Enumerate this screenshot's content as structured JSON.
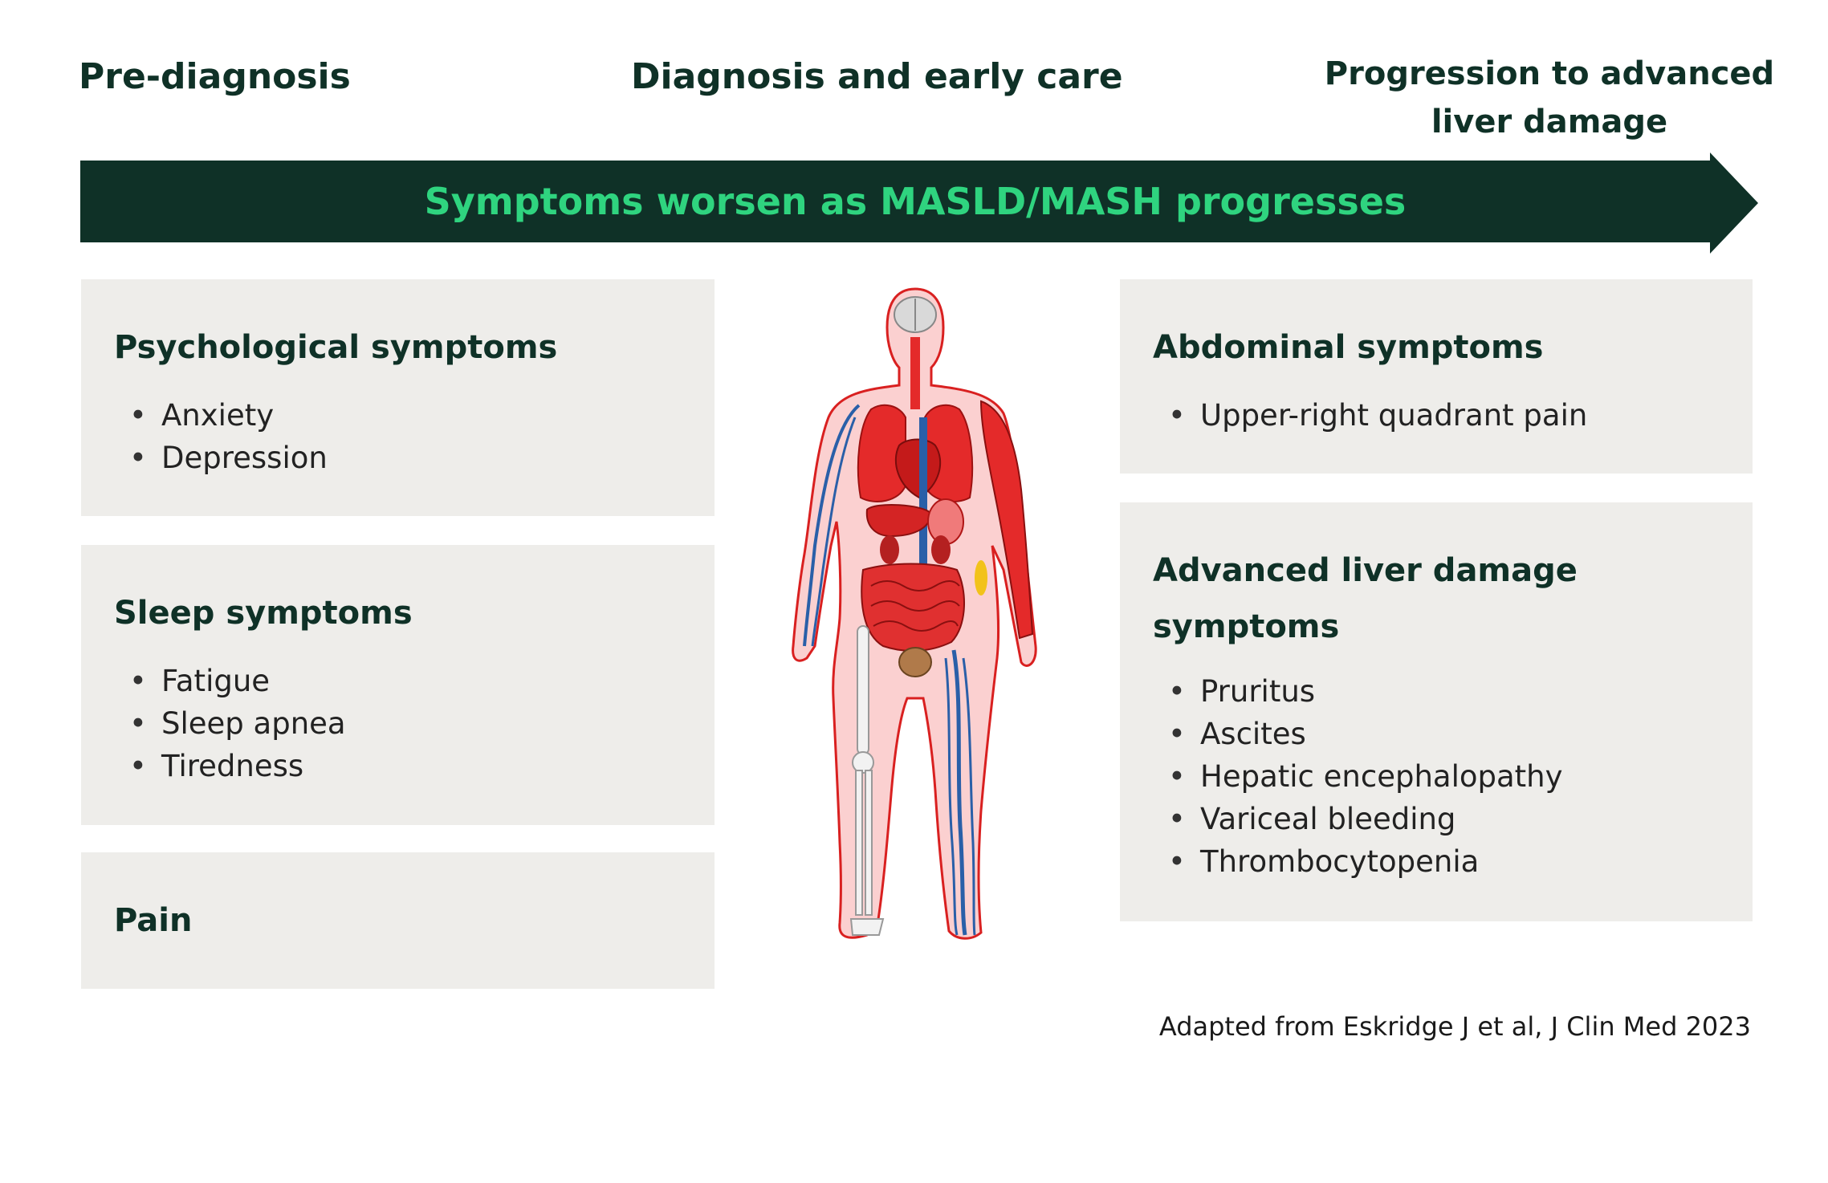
{
  "stages": [
    "Pre-diagnosis",
    "Diagnosis and early care",
    "Progression to advanced liver damage"
  ],
  "arrow": {
    "label": "Symptoms worsen as MASLD/MASH progresses",
    "color": "#0f3127",
    "label_color": "#2fd47f"
  },
  "left_panels": [
    {
      "title": "Psychological symptoms",
      "items": [
        "Anxiety",
        "Depression"
      ]
    },
    {
      "title": "Sleep symptoms",
      "items": [
        "Fatigue",
        "Sleep apnea",
        "Tiredness"
      ]
    },
    {
      "title": "Pain",
      "items": []
    }
  ],
  "right_panels": [
    {
      "title": "Abdominal symptoms",
      "items": [
        "Upper-right quadrant pain"
      ]
    },
    {
      "title": "Advanced liver damage symptoms",
      "items": [
        "Pruritus",
        "Ascites",
        "Hepatic encephalopathy",
        "Variceal bleeding",
        "Thrombocytopenia"
      ]
    }
  ],
  "figure": {
    "icon": "human-anatomy-icon"
  },
  "citation": "Adapted from Eskridge J et al, J Clin Med 2023",
  "colors": {
    "panel_bg": "#eeedea",
    "heading": "#0f3127",
    "accent": "#2fd47f",
    "body_fill": "#fbd0d0",
    "organ_red": "#e42a2a",
    "vein_blue": "#2a5fa8"
  }
}
